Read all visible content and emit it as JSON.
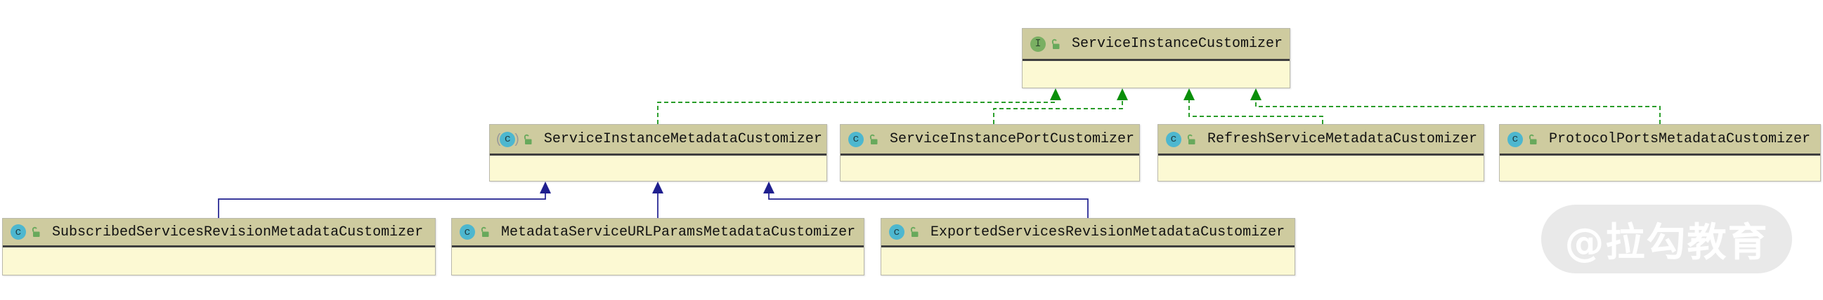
{
  "diagram": {
    "tool": "uml-class-diagram",
    "colors": {
      "background": "#ffffff",
      "node_header": "#cecb9f",
      "node_body": "#fcf9d3",
      "node_border": "#b9b8ab",
      "node_separator": "#3f3f3f",
      "name_text": "#111111",
      "class_icon_bg": "#4db7cf",
      "class_icon_text": "#1d3b42",
      "interface_icon_bg": "#79af62",
      "interface_icon_text": "#2f4a2f",
      "abstract_parens": "#9a9a9a",
      "lock_icon": "#68a95c",
      "implements_edge": "#0a8f0a",
      "extends_edge": "#1f1f8f",
      "watermark_pill": "#e9e9e9",
      "watermark_text": "#ffffff"
    },
    "nodes": [
      {
        "id": "service-instance-customizer",
        "name": "ServiceInstanceCustomizer",
        "kind": "interface",
        "icon": "interface-icon",
        "visibility_icon": "public-lock-icon",
        "icon_letter": "I"
      },
      {
        "id": "service-instance-metadata-customizer",
        "name": "ServiceInstanceMetadataCustomizer",
        "kind": "abstract-class",
        "icon": "abstract-class-icon",
        "visibility_icon": "public-lock-icon",
        "icon_letter": "c"
      },
      {
        "id": "service-instance-port-customizer",
        "name": "ServiceInstancePortCustomizer",
        "kind": "class",
        "icon": "class-icon",
        "visibility_icon": "public-lock-icon",
        "icon_letter": "c"
      },
      {
        "id": "refresh-service-metadata-customizer",
        "name": "RefreshServiceMetadataCustomizer",
        "kind": "class",
        "icon": "class-icon",
        "visibility_icon": "public-lock-icon",
        "icon_letter": "c"
      },
      {
        "id": "protocol-ports-metadata-customizer",
        "name": "ProtocolPortsMetadataCustomizer",
        "kind": "class",
        "icon": "class-icon",
        "visibility_icon": "public-lock-icon",
        "icon_letter": "c"
      },
      {
        "id": "subscribed-services-revision-metadata-customizer",
        "name": "SubscribedServicesRevisionMetadataCustomizer",
        "kind": "class",
        "icon": "class-icon",
        "visibility_icon": "public-lock-icon",
        "icon_letter": "c"
      },
      {
        "id": "metadata-service-url-params-metadata-customizer",
        "name": "MetadataServiceURLParamsMetadataCustomizer",
        "kind": "class",
        "icon": "class-icon",
        "visibility_icon": "public-lock-icon",
        "icon_letter": "c"
      },
      {
        "id": "exported-services-revision-metadata-customizer",
        "name": "ExportedServicesRevisionMetadataCustomizer",
        "kind": "class",
        "icon": "class-icon",
        "visibility_icon": "public-lock-icon",
        "icon_letter": "c"
      }
    ],
    "edges": [
      {
        "from": "service-instance-metadata-customizer",
        "to": "service-instance-customizer",
        "type": "implements",
        "style": "dashed"
      },
      {
        "from": "service-instance-port-customizer",
        "to": "service-instance-customizer",
        "type": "implements",
        "style": "dashed"
      },
      {
        "from": "refresh-service-metadata-customizer",
        "to": "service-instance-customizer",
        "type": "implements",
        "style": "dashed"
      },
      {
        "from": "protocol-ports-metadata-customizer",
        "to": "service-instance-customizer",
        "type": "implements",
        "style": "dashed"
      },
      {
        "from": "subscribed-services-revision-metadata-customizer",
        "to": "service-instance-metadata-customizer",
        "type": "extends",
        "style": "solid"
      },
      {
        "from": "metadata-service-url-params-metadata-customizer",
        "to": "service-instance-metadata-customizer",
        "type": "extends",
        "style": "solid"
      },
      {
        "from": "exported-services-revision-metadata-customizer",
        "to": "service-instance-metadata-customizer",
        "type": "extends",
        "style": "solid"
      }
    ]
  },
  "watermark": {
    "text": "@拉勾教育"
  }
}
